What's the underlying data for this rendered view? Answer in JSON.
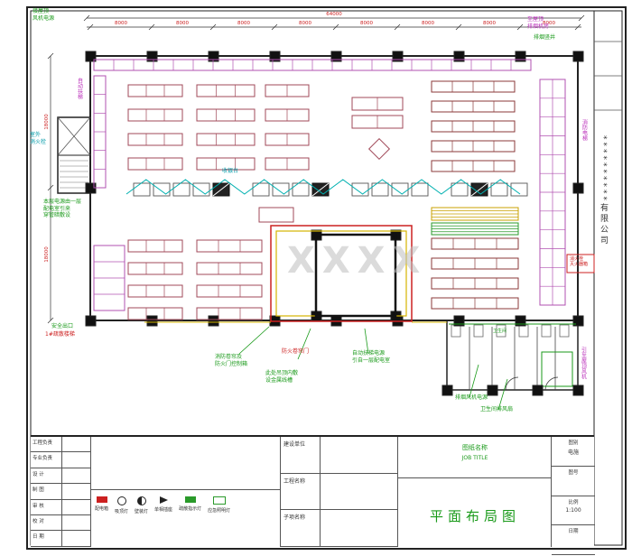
{
  "sheet": {
    "company": "**********有限公司"
  },
  "watermark": "XXXX",
  "annotations": {
    "a1": "接屋顶\n风机电源",
    "a2": "室外\n消火栓",
    "a3": "本层电源由一层\n配电室引来\n穿管暗敷设",
    "a4": "安全出口",
    "a5": "1#疏散楼梯",
    "a6": "自动扶梯",
    "a7": "至屋顶\n排烟机房",
    "a8": "排烟竖井",
    "a9": "消防电梯",
    "a10": "消火栓\n灭火器箱",
    "a11": "引至屋顶风机",
    "a12": "防火卷帘门",
    "a13": "消防卷帘及\n防火门控制箱",
    "a14": "此处吊顶内敷\n设金属线槽",
    "a15": "自动扶梯电源\n引自一层配电室",
    "a16": "排烟风机电源",
    "a17": "卫生间排风扇",
    "a18": "收银台",
    "a19": "卫生间"
  },
  "dimensions": {
    "top_bays": [
      "8000",
      "8000",
      "8000",
      "8000",
      "8000",
      "8000",
      "8000",
      "8000"
    ],
    "top_total": "64000",
    "left_bays": [
      "18000",
      "18000"
    ]
  },
  "legend": {
    "items": [
      {
        "symbol": "rect-red",
        "label": "配电箱"
      },
      {
        "symbol": "circle",
        "label": "吸顶灯"
      },
      {
        "symbol": "circle-half",
        "label": "壁装灯"
      },
      {
        "symbol": "triangle",
        "label": "单相插座"
      },
      {
        "symbol": "rect-green-fill",
        "label": "疏散指示灯"
      },
      {
        "symbol": "rect-green",
        "label": "应急照明灯"
      }
    ]
  },
  "titleblock": {
    "sign_rows": [
      "工程负责",
      "专业负责",
      "设 计",
      "制 图",
      "审 核",
      "校 对",
      "日 期"
    ],
    "fields": [
      {
        "label": "建设单位",
        "value": ""
      },
      {
        "label": "工程名称",
        "value": ""
      },
      {
        "label": "子项名称",
        "value": ""
      }
    ],
    "drawing": {
      "cn": "图纸名称",
      "en": "JOB TITLE",
      "title": "平面布局图"
    },
    "meta": [
      {
        "label": "图别",
        "value": "电施"
      },
      {
        "label": "图号",
        "value": ""
      },
      {
        "label": "比例",
        "value": "1:100"
      },
      {
        "label": "日期",
        "value": ""
      }
    ]
  }
}
